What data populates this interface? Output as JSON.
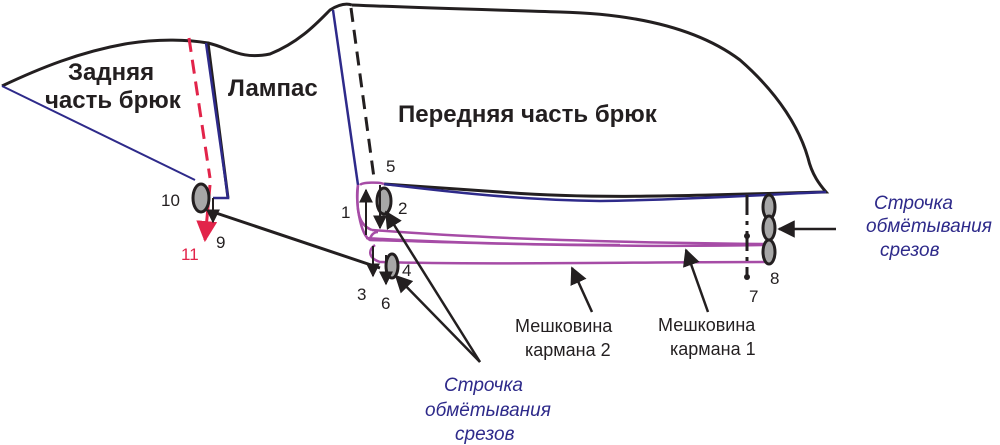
{
  "labels": {
    "back_line1": "Задняя",
    "back_line2": "часть брюк",
    "lampas": "Лампас",
    "front": "Передняя часть брюк",
    "pocket2_line1": "Мешковина",
    "pocket2_line2": "кармана 2",
    "pocket1_line1": "Мешковина",
    "pocket1_line2": "кармана 1",
    "overlock_right_line1": "Строчка",
    "overlock_right_line2": "обмётывания",
    "overlock_right_line3": "срезов",
    "overlock_bottom_line1": "Строчка",
    "overlock_bottom_line2": "обмётывания",
    "overlock_bottom_line3": "срезов"
  },
  "numbers": {
    "n1": "1",
    "n2": "2",
    "n3": "3",
    "n4": "4",
    "n5": "5",
    "n6": "6",
    "n7": "7",
    "n8": "8",
    "n9": "9",
    "n10": "10",
    "n11": "11"
  },
  "colors": {
    "outline": "#231f20",
    "seam_blue": "#2e2a8a",
    "pocket_purple": "#a64ca6",
    "red_line": "#e2244a",
    "roll_fill": "#a7a7a7"
  }
}
